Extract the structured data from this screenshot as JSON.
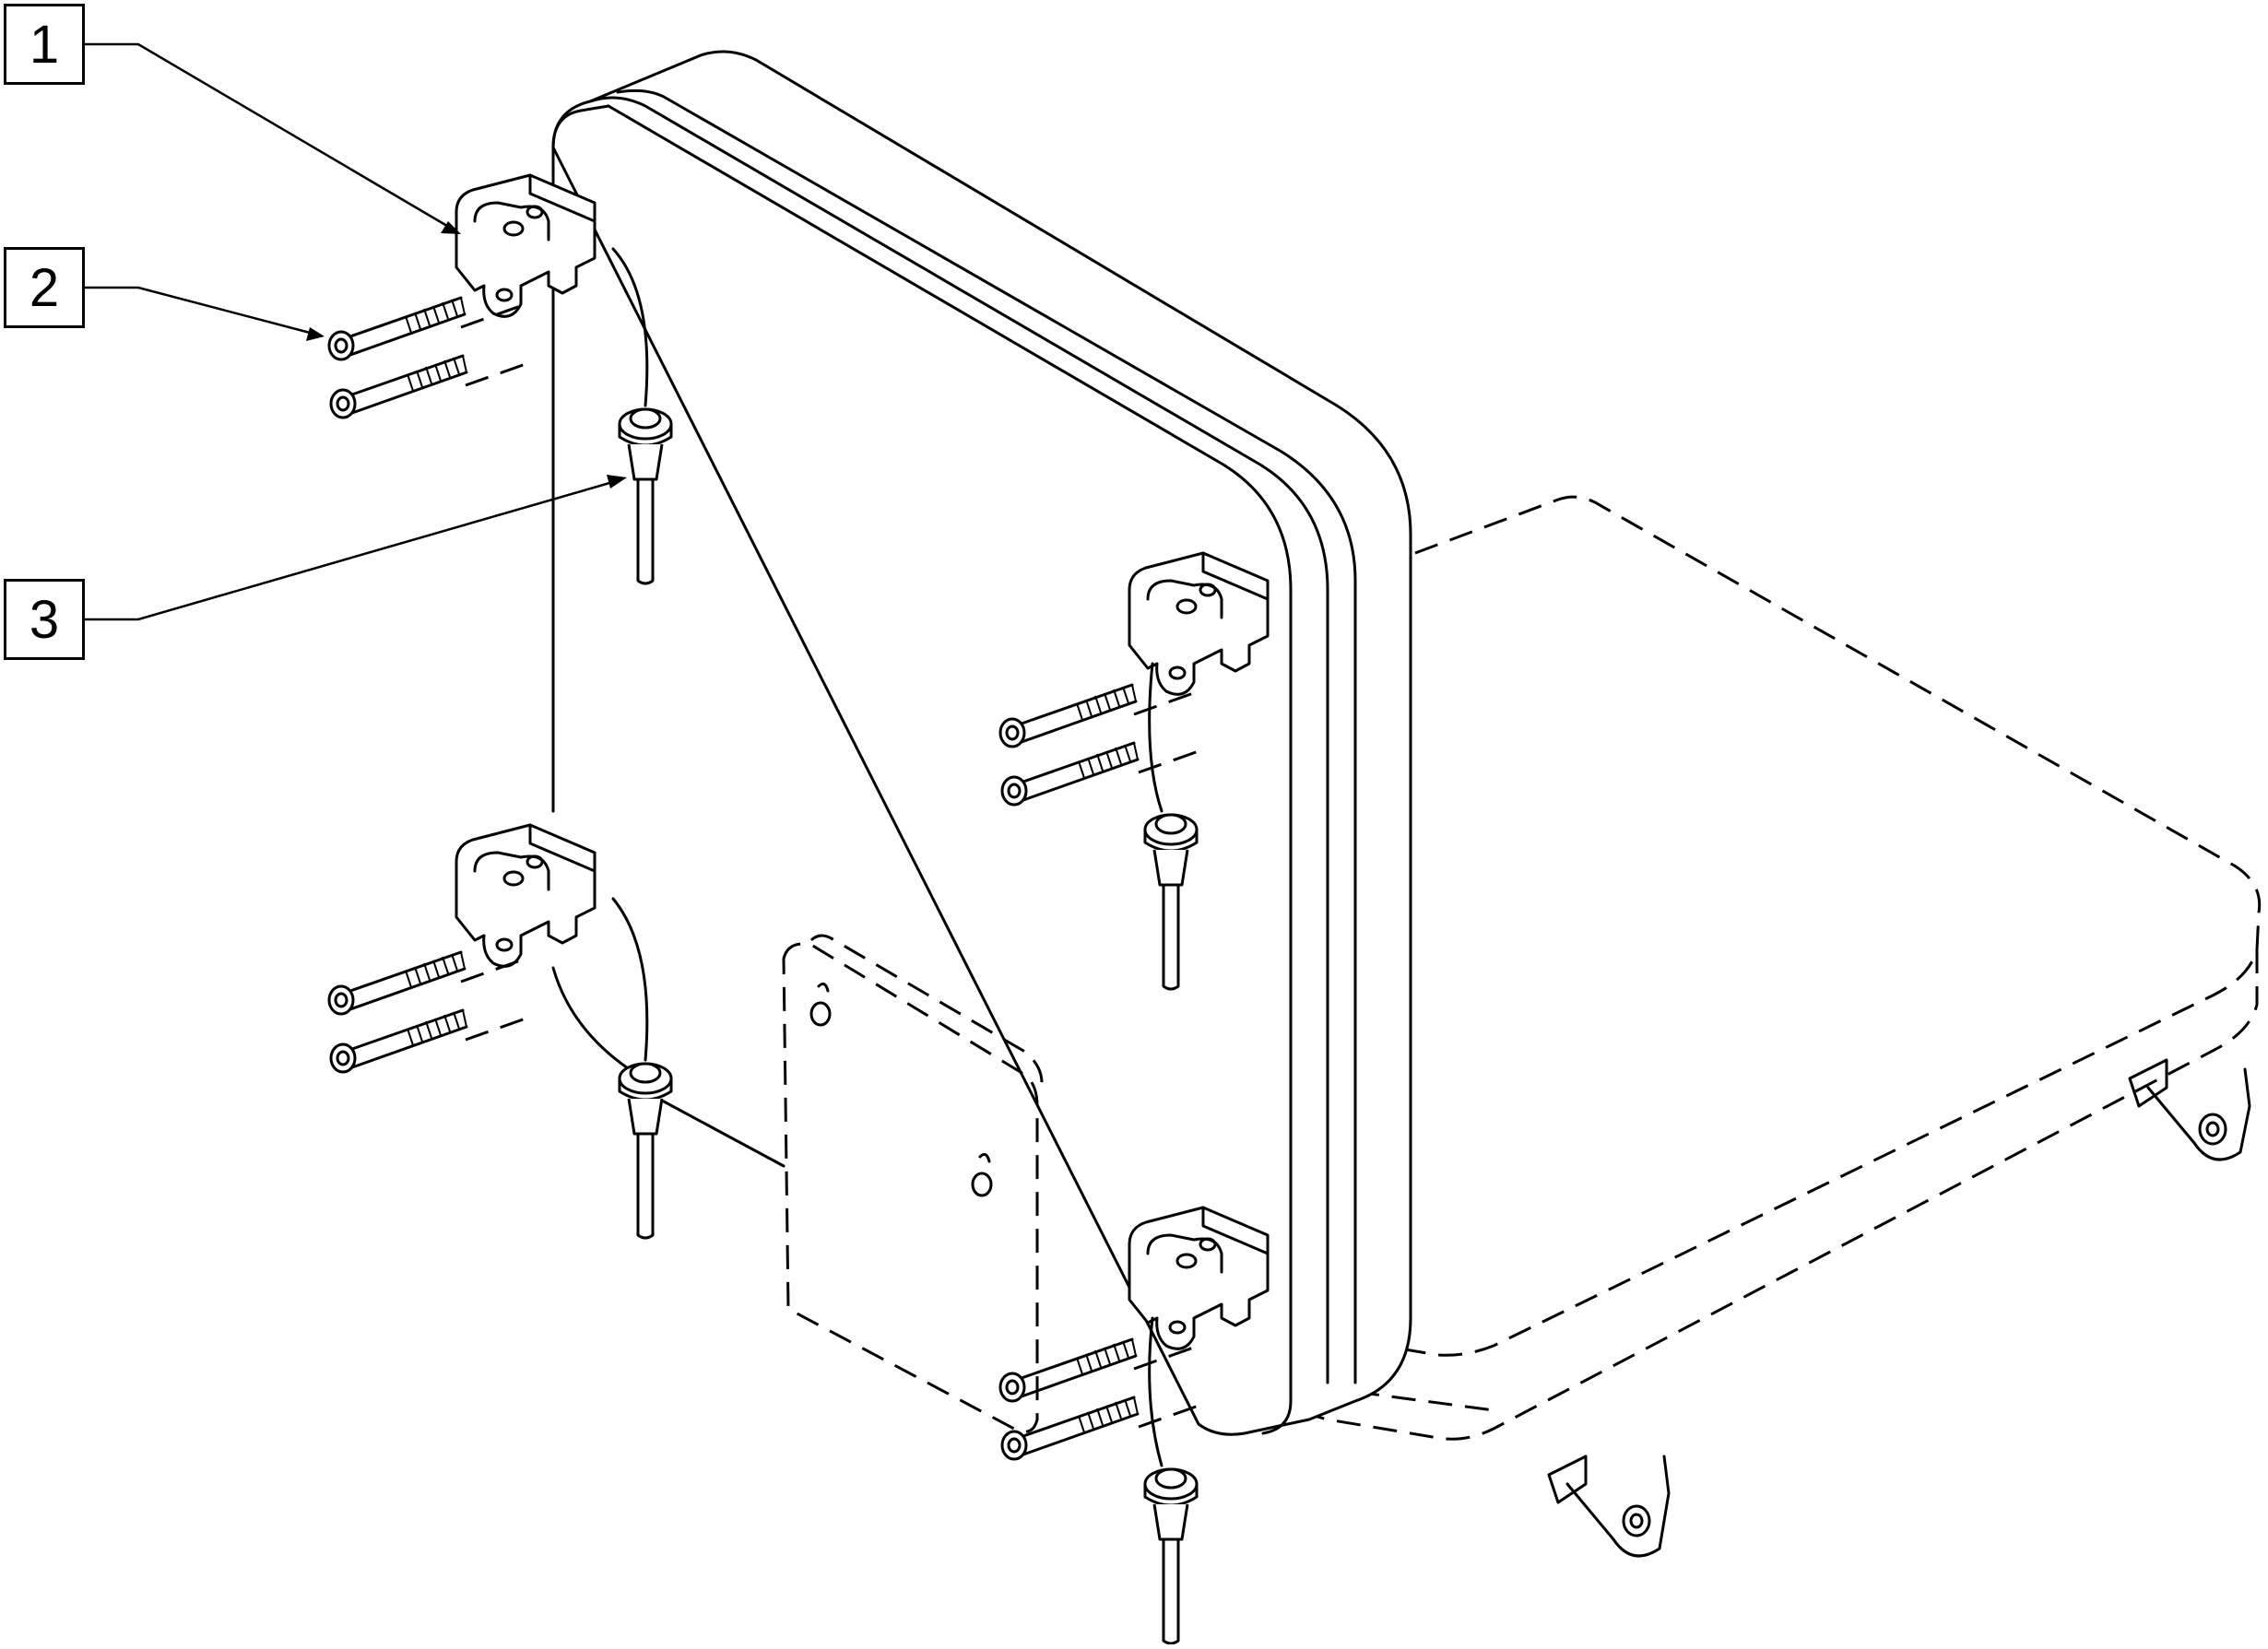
{
  "callouts": [
    {
      "id": "1",
      "label": "1"
    },
    {
      "id": "2",
      "label": "2"
    },
    {
      "id": "3",
      "label": "3"
    }
  ],
  "parts": {
    "item_1": "bracket",
    "item_2": "screw",
    "item_3": "quick-release-pin"
  }
}
